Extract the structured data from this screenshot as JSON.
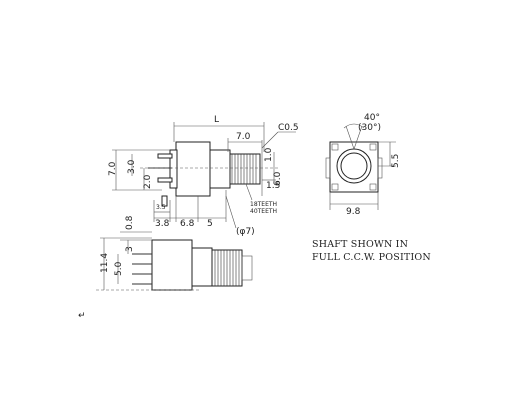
{
  "dimensions": {
    "L": "L",
    "d_7_0_top": "7.0",
    "chamfer": "C0.5",
    "d_1_0": "1.0",
    "d_6_0": "6.0",
    "d_1_5": "1.5",
    "teeth_18": "18TEETH",
    "teeth_40": "40TEETH",
    "d_7_0_left": "7.0",
    "d_3_0": "3.0",
    "d_2_0": "2.0",
    "d_3_5": "3.5",
    "d_3_8": "3.8",
    "d_6_8": "6.8",
    "d_5": "5",
    "d_phi7": "(φ7)",
    "d_0_8": "0.8",
    "d_3": "3",
    "d_11_4": "11.4",
    "d_5_0": "5.0",
    "angle_40": "40°",
    "angle_30": "(30°)",
    "d_5_5": "5.5",
    "d_9_8": "9.8"
  },
  "note": {
    "line1": "SHAFT SHOWN IN",
    "line2": "FULL C.C.W. POSITION"
  },
  "stray_mark": "↵"
}
